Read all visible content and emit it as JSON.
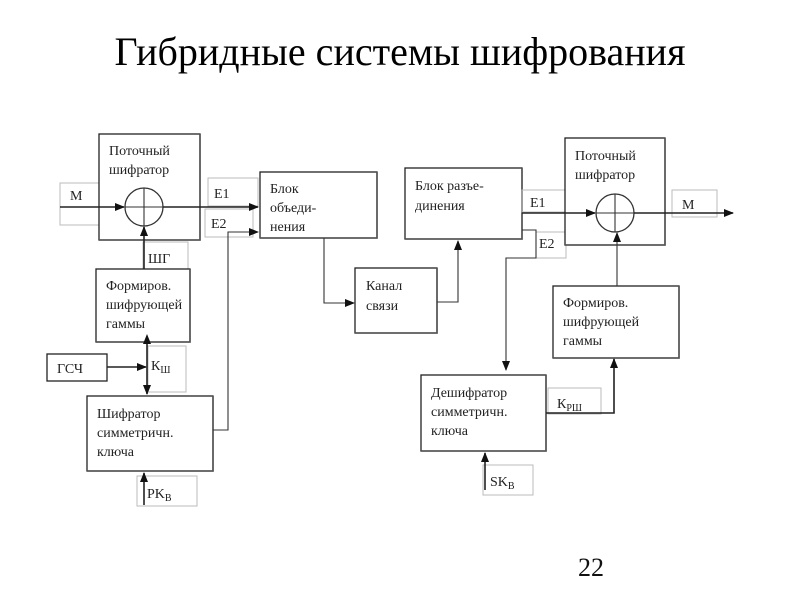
{
  "title": "Гибридные системы шифрования",
  "page_number": "22",
  "left": {
    "stream_cipher": [
      "Поточный",
      "шифратор"
    ],
    "gamma_former": [
      "Формиров.",
      "шифрующей",
      "гаммы"
    ],
    "rng": "ГСЧ",
    "key_encryptor": [
      "Шифратор",
      "симметричн.",
      "ключа"
    ],
    "labels": {
      "m": "M",
      "e1": "E1",
      "e2": "E2",
      "gamma": "ШГ",
      "k_main": "К",
      "k_sub": "Ш",
      "pk_main": "PK",
      "pk_sub": "B"
    }
  },
  "middle": {
    "combiner": [
      "Блок",
      "объеди-",
      "нения"
    ],
    "channel": [
      "Канал",
      "связи"
    ],
    "splitter": [
      "Блок разъе-",
      "динения"
    ]
  },
  "right": {
    "stream_cipher": [
      "Поточный",
      "шифратор"
    ],
    "gamma_former": [
      "Формиров.",
      "шифрующей",
      "гаммы"
    ],
    "key_decryptor": [
      "Дешифратор",
      "симметричн.",
      "ключа"
    ],
    "labels": {
      "e1": "E1",
      "e2": "E2",
      "m": "M",
      "k_main": "К",
      "k_sub": "РШ",
      "sk_main": "SK",
      "sk_sub": "B"
    }
  }
}
